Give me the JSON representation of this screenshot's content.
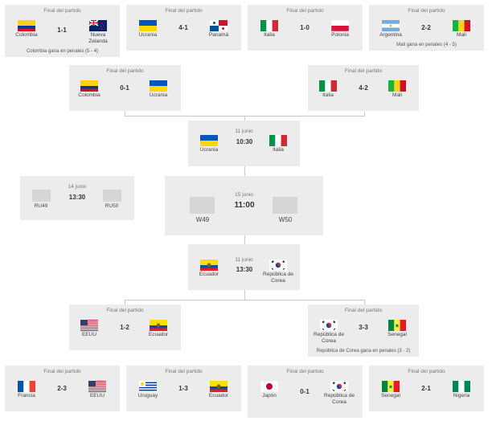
{
  "final_label": "Final del partido",
  "round_of_16": [
    {
      "home": "Colombia",
      "away": "Nueva Zelanda",
      "score": "1-1",
      "note": "Colombia gana en penales (5 - 4)"
    },
    {
      "home": "Ucrania",
      "away": "Panamá",
      "score": "4-1",
      "note": ""
    },
    {
      "home": "Italia",
      "away": "Polonia",
      "score": "1-0",
      "note": ""
    },
    {
      "home": "Argentina",
      "away": "Mali",
      "score": "2-2",
      "note": "Mali gana en penales (4 - 5)"
    },
    {
      "home": "Francia",
      "away": "EEUU",
      "score": "2-3",
      "note": ""
    },
    {
      "home": "Uruguay",
      "away": "Ecuador",
      "score": "1-3",
      "note": ""
    },
    {
      "home": "Japón",
      "away": "República de Corea",
      "score": "0-1",
      "note": ""
    },
    {
      "home": "Senegal",
      "away": "Nigeria",
      "score": "2-1",
      "note": ""
    }
  ],
  "quarter_finals": [
    {
      "home": "Colombia",
      "away": "Ucrania",
      "score": "0-1"
    },
    {
      "home": "Italia",
      "away": "Mali",
      "score": "4-2"
    },
    {
      "home": "EEUU",
      "away": "Ecuador",
      "score": "1-2"
    },
    {
      "home": "República de Corea",
      "away": "Senegal",
      "score": "3-3",
      "note": "República de Corea gana en penales (3 - 2)"
    }
  ],
  "semi_finals": [
    {
      "date": "11 junio",
      "time": "10:30",
      "home": "Ucrania",
      "away": "Italia"
    },
    {
      "date": "11 junio",
      "time": "13:30",
      "home": "Ecuador",
      "away": "República de Corea"
    }
  ],
  "third_place": {
    "date": "14 junio",
    "time": "13:30",
    "home": "RU49",
    "away": "RU50"
  },
  "final": {
    "date": "15 junio",
    "time": "11:00",
    "home": "W49",
    "away": "W50"
  },
  "flag_icons": {
    "Colombia": "colombia-flag-icon",
    "Nueva Zelanda": "new-zealand-flag-icon",
    "Ucrania": "ukraine-flag-icon",
    "Panamá": "panama-flag-icon",
    "Italia": "italy-flag-icon",
    "Polonia": "poland-flag-icon",
    "Argentina": "argentina-flag-icon",
    "Mali": "mali-flag-icon",
    "Francia": "france-flag-icon",
    "EEUU": "usa-flag-icon",
    "Uruguay": "uruguay-flag-icon",
    "Ecuador": "ecuador-flag-icon",
    "Japón": "japan-flag-icon",
    "República de Corea": "korea-flag-icon",
    "Senegal": "senegal-flag-icon",
    "Nigeria": "nigeria-flag-icon"
  }
}
